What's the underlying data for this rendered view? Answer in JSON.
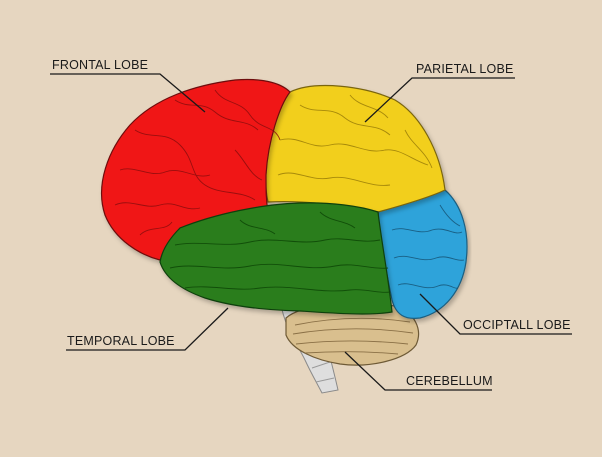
{
  "labels": {
    "frontal": "FRONTAL LOBE",
    "parietal": "PARIETAL LOBE",
    "temporal": "TEMPORAL LOBE",
    "occipital": "OCCIPTALL LOBE",
    "cerebellum": "CEREBELLUM"
  },
  "colors": {
    "background": "#e6d6c0",
    "frontal": "#f01818",
    "parietal": "#f2cf1e",
    "temporal": "#2a7d1c",
    "occipital": "#2ea3da",
    "cerebellum": "#d9bf8e",
    "brainstem": "#dedede"
  }
}
